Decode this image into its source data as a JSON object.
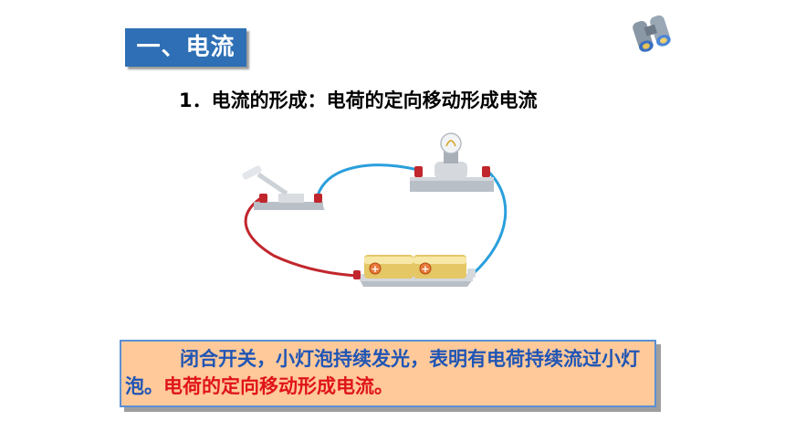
{
  "section": {
    "title": "一、电流"
  },
  "subtitle": "1．电流的形成：电荷的定向移动形成电流",
  "note": {
    "plain": "闭合开关，小灯泡持续发光，表明有电荷持续流过小灯泡。",
    "highlight": "电荷的定向移动形成电流。"
  },
  "colors": {
    "badge": "#2e6fb5",
    "note_bg": "#ffc99a",
    "note_text": "#1f55b5",
    "note_highlight": "#e0141b",
    "wire_blue": "#2a9fdc",
    "wire_red": "#c1272d"
  },
  "icons": {
    "corner": "binoculars-icon"
  }
}
